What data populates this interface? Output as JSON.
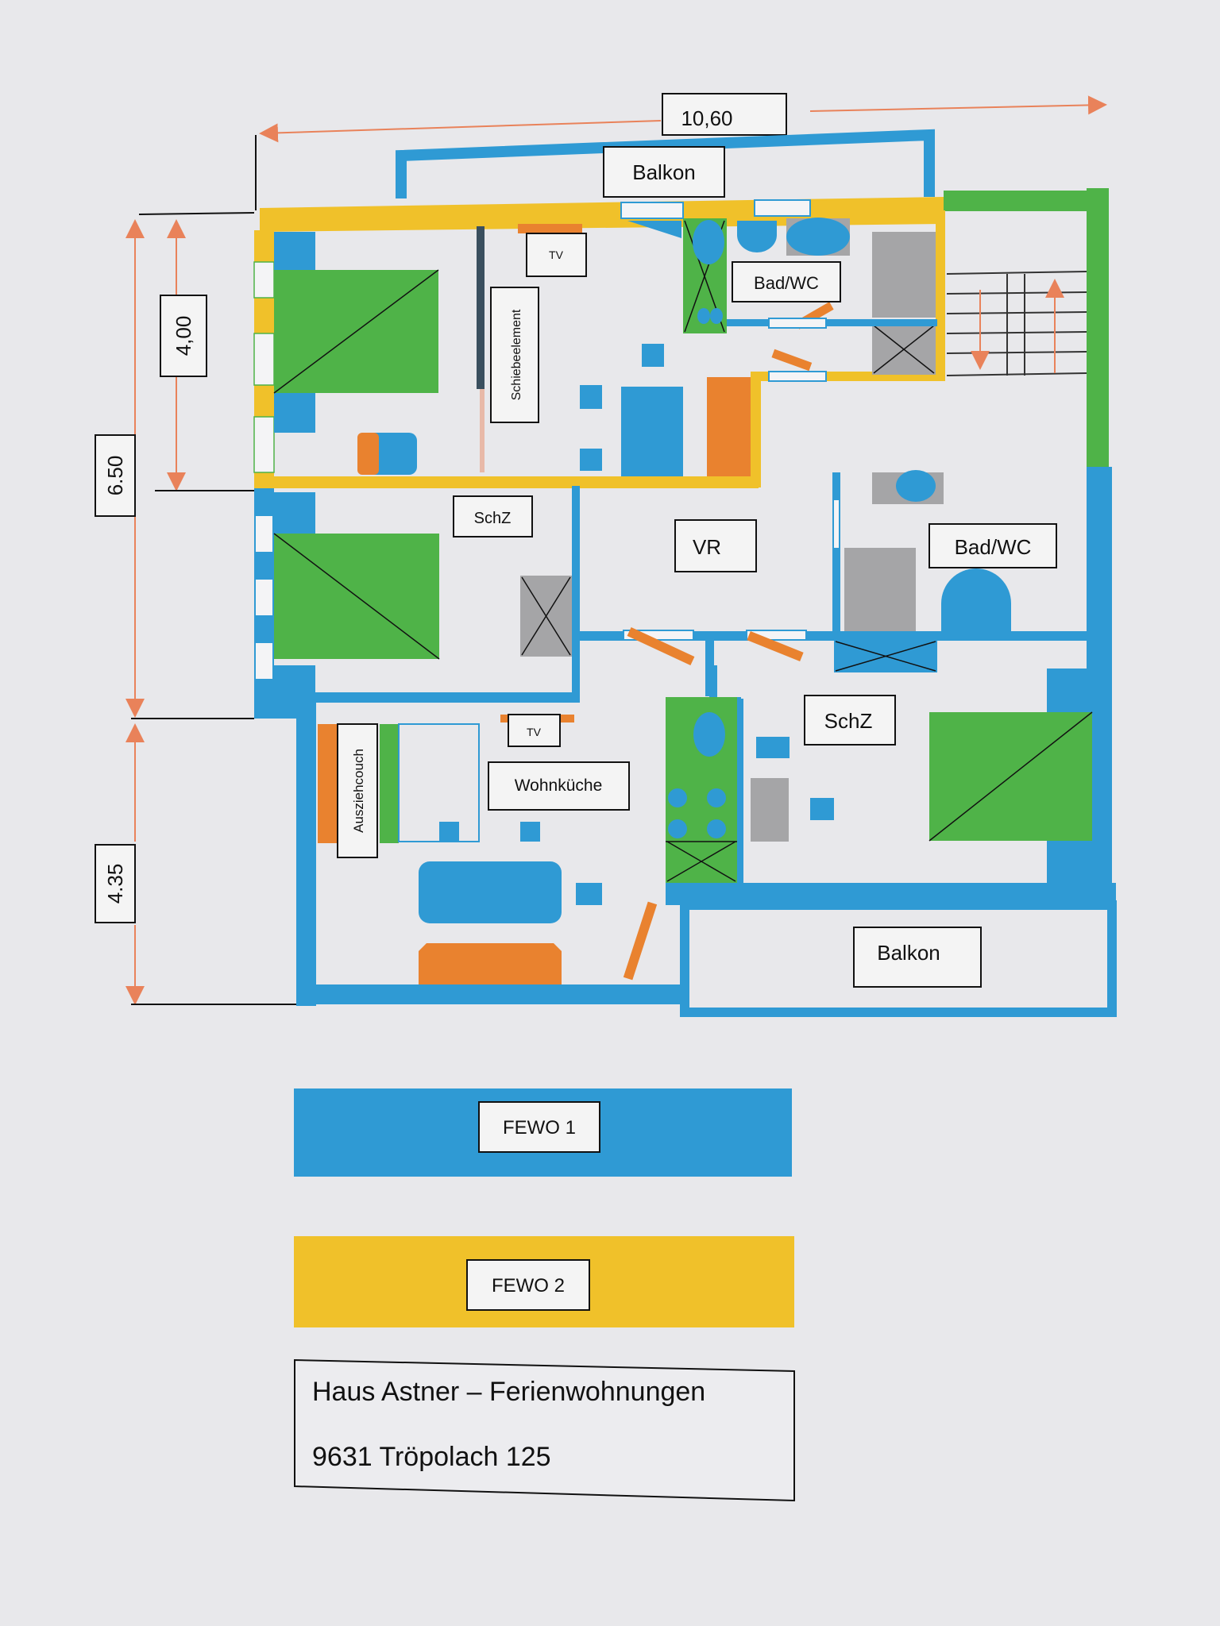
{
  "dimensions": {
    "width": "10,60",
    "total_height": "6.50",
    "upper_height": "4,00",
    "lower_height": "4.35"
  },
  "rooms": {
    "balkon_top": "Balkon",
    "tv_top": "TV",
    "schiebeelement": "Schiebeelement",
    "bad_top": "Bad/WC",
    "schz_left": "SchZ",
    "vr": "VR",
    "bad_right": "Bad/WC",
    "schz_right": "SchZ",
    "tv_bottom": "TV",
    "wohnkueche": "Wohnküche",
    "ausziehcouch": "Ausziehcouch",
    "balkon_bottom": "Balkon"
  },
  "legend": [
    {
      "label": "FEWO 1",
      "color": "#2f9ad4"
    },
    {
      "label": "FEWO 2",
      "color": "#f0c12a"
    }
  ],
  "info": {
    "line1": "Haus Astner – Ferienwohnungen",
    "line2": "9631 Tröpolach 125"
  },
  "colors": {
    "fewo1": "#2f9ad4",
    "fewo2": "#f0c12a",
    "furniture_green": "#4fb348",
    "furniture_orange": "#e9822f",
    "dimension": "#e9825a"
  }
}
